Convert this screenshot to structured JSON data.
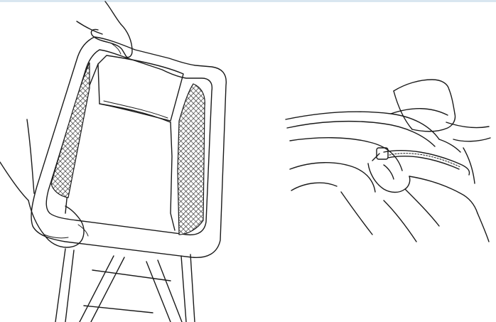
{
  "figure": {
    "steps": [
      {
        "id": "remove-seat-cover-from-frame"
      },
      {
        "id": "unzip-seat-cover"
      }
    ]
  },
  "colors": {
    "line": "#1a1a1a",
    "background": "#ffffff",
    "mesh_panel": "#7a7a7a",
    "top_rule": "#d9e6f0"
  },
  "icons": [
    "chair-frame-illustration",
    "zipper-illustration"
  ]
}
